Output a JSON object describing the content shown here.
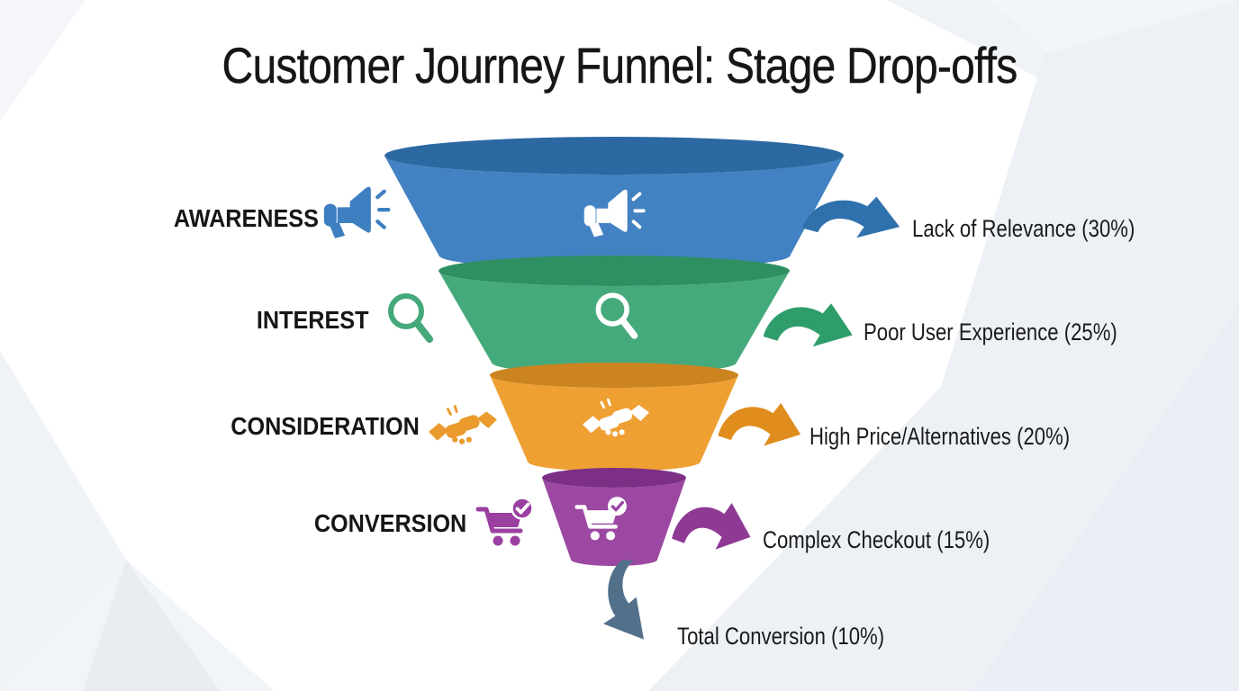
{
  "title": "Customer Journey Funnel: Stage Drop-offs",
  "funnel": {
    "stages": [
      {
        "label": "AWARENESS",
        "icon": "megaphone-icon",
        "dropoff_label": "Lack of Relevance (30%)",
        "colors": {
          "body": "#4282c2",
          "rim": "#2c68a2",
          "arrow": "#2f71ad",
          "icon": "#3d7fc0"
        }
      },
      {
        "label": "INTEREST",
        "icon": "magnifier-icon",
        "dropoff_label": "Poor User Experience (25%)",
        "colors": {
          "body": "#45aa7b",
          "rim": "#2e8f62",
          "arrow": "#2f9d6a",
          "icon": "#44a87a"
        }
      },
      {
        "label": "CONSIDERATION",
        "icon": "handshake-icon",
        "dropoff_label": "High Price/Alternatives (20%)",
        "colors": {
          "body": "#efa033",
          "rim": "#cc8420",
          "arrow": "#e08d1e",
          "icon": "#eb9a2d"
        }
      },
      {
        "label": "CONVERSION",
        "icon": "cart-check-icon",
        "dropoff_label": "Complex Checkout (15%)",
        "colors": {
          "body": "#9c48a2",
          "rim": "#7c2f84",
          "arrow": "#8e3a95",
          "icon": "#9b3fa0"
        }
      }
    ],
    "inside_icon_color": "#ffffff",
    "final": {
      "label": "Total Conversion (10%)",
      "arrow_color": "#53708a"
    },
    "text_color": "#1b1b1b",
    "background_color": "#ffffff"
  }
}
